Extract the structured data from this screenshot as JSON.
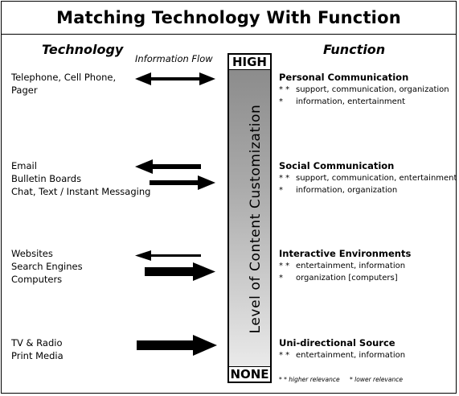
{
  "title": "Matching Technology With Function",
  "columns": {
    "technology": "Technology",
    "flow": "Information Flow",
    "function": "Function"
  },
  "scale": {
    "high": "HIGH",
    "none": "NONE",
    "label": "Level of Content Customization"
  },
  "rows": [
    {
      "technology": [
        "Telephone, Cell Phone,",
        "Pager"
      ],
      "flow": "bidirectional-equal",
      "function": {
        "title": "Personal Communication",
        "items": [
          {
            "stars": "* *",
            "text": "support, communication, organization"
          },
          {
            "stars": "*",
            "text": "information, entertainment"
          }
        ]
      }
    },
    {
      "technology": [
        "Email",
        "Bulletin Boards",
        "Chat, Text / Instant Messaging"
      ],
      "flow": "bidirectional-split",
      "function": {
        "title": "Social Communication",
        "items": [
          {
            "stars": "* *",
            "text": "support, communication, entertainment"
          },
          {
            "stars": "*",
            "text": "information, organization"
          }
        ]
      }
    },
    {
      "technology": [
        "Websites",
        "Search Engines",
        "Computers"
      ],
      "flow": "mostly-outbound",
      "function": {
        "title": "Interactive Environments",
        "items": [
          {
            "stars": "* *",
            "text": "entertainment, information"
          },
          {
            "stars": "*",
            "text": "organization [computers]"
          }
        ]
      }
    },
    {
      "technology": [
        "TV & Radio",
        "Print Media"
      ],
      "flow": "outbound-only",
      "function": {
        "title": "Uni-directional Source",
        "items": [
          {
            "stars": "* *",
            "text": "entertainment, information"
          }
        ]
      }
    }
  ],
  "legend": {
    "high": "* * higher relevance",
    "low": "* lower relevance"
  }
}
